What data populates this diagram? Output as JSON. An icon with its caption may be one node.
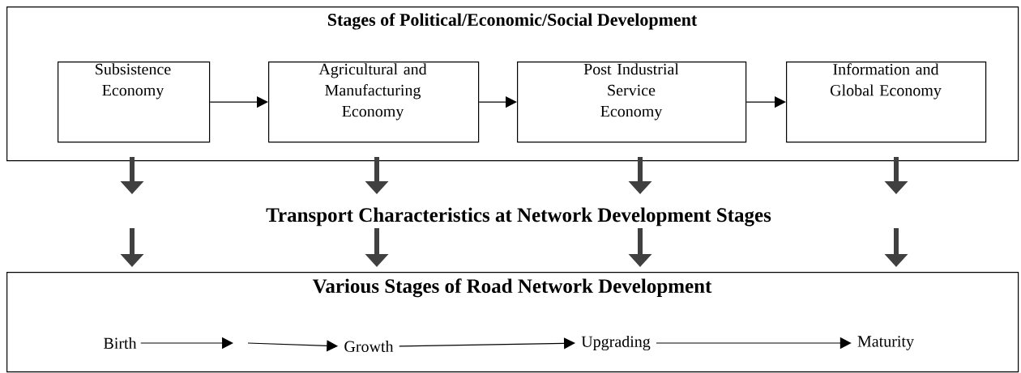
{
  "diagram": {
    "nodes": [
      {
        "text": [
          "Stages of Political/Economic/Social Development"
        ]
      },
      {
        "text": [
          "Subsistence Economy"
        ],
        "in": 0
      },
      {
        "text": [
          "Agricultural and Manufacturing Economy"
        ],
        "in": 0
      },
      {
        "text": [
          "Post Industrial Service Economy"
        ],
        "in": 0
      },
      {
        "text": [
          "Information and Global Economy"
        ],
        "in": 0
      },
      {
        "text": [
          "Various Stages of Road Network Development"
        ]
      },
      {
        "text": [
          "Birth"
        ],
        "in": 5
      },
      {
        "text": [
          "Growth"
        ],
        "in": 5
      },
      {
        "text": [
          "Upgrading"
        ],
        "in": 5
      },
      {
        "text": [
          "Maturity"
        ],
        "in": 5
      }
    ],
    "edges": [
      {
        "from": 1,
        "to": 2,
        "arrow": "to"
      },
      {
        "from": 2,
        "to": 3,
        "arrow": "to"
      },
      {
        "from": 3,
        "to": 4,
        "arrow": "to"
      },
      {
        "from": 6,
        "to": null,
        "arrow": "to"
      },
      {
        "from": null,
        "to": 7,
        "arrow": "to"
      },
      {
        "from": 7,
        "to": 8,
        "arrow": "to"
      },
      {
        "from": 8,
        "to": 9,
        "arrow": "to"
      }
    ],
    "labels": [
      "Transport Characteristics at Network Development Stages"
    ]
  }
}
